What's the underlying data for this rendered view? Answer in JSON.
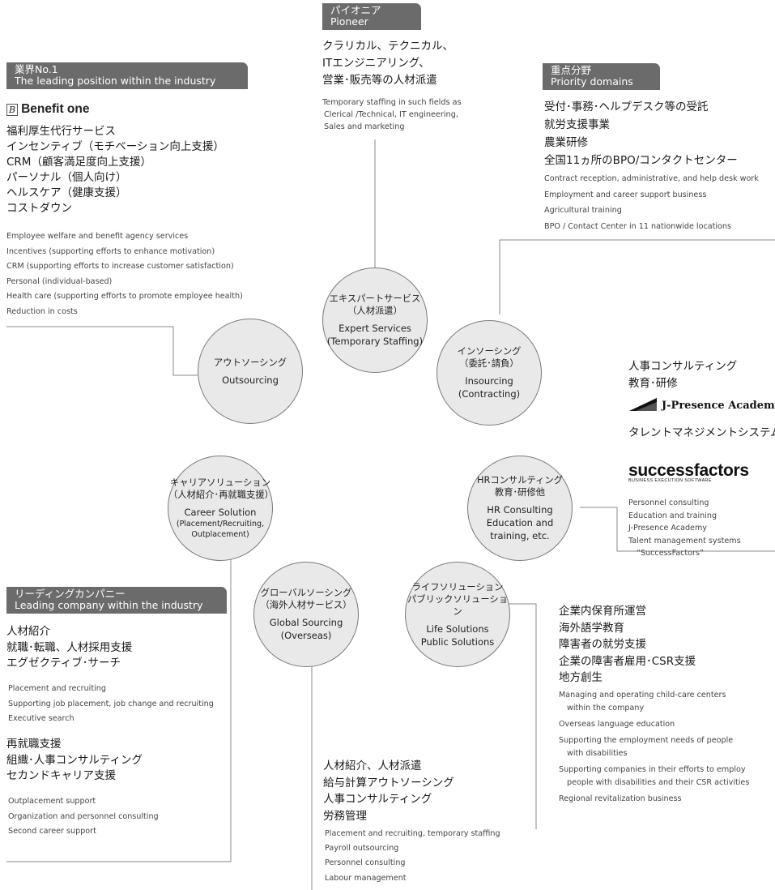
{
  "hub": {
    "expert": {
      "jp1": "エキスパートサービス",
      "jp2": "（人材派遣）",
      "en1": "Expert Services",
      "en2": "(Temporary Staffing)"
    },
    "insourcing": {
      "jp1": "インソーシング",
      "jp2": "（委託･請負）",
      "en1": "Insourcing",
      "en2": "(Contracting)"
    },
    "hr": {
      "jp1": "HRコンサルティング",
      "jp2": "教育･研修他",
      "en1": "HR Consulting",
      "en2": "Education and",
      "en3": "training, etc."
    },
    "life": {
      "jp1": "ライフソリューション",
      "jp2": "パブリックソリューション",
      "en1": "Life Solutions",
      "en2": "Public Solutions"
    },
    "global": {
      "jp1": "グローバルソーシング",
      "jp2": "（海外人材サービス）",
      "en1": "Global Sourcing",
      "en2": "(Overseas)"
    },
    "career": {
      "jp1": "キャリアソリューション",
      "jp2": "（人材紹介･再就職支援）",
      "en1": "Career Solution",
      "en2": "(Placement/Recruiting,",
      "en3": "Outplacement)"
    },
    "outsourcing": {
      "jp1": "アウトソーシング",
      "en1": "Outsourcing"
    }
  },
  "pioneer": {
    "tag_jp": "パイオニア",
    "tag_en": "Pioneer",
    "jp": [
      "クラリカル、テクニカル、",
      "ITエンジニアリング、",
      "営業･販売等の人材派遣"
    ],
    "en": [
      "Temporary staffing in such fields as",
      "Clerical /Technical, IT engineering,",
      "Sales and marketing"
    ]
  },
  "leading_position": {
    "tag_jp": "業界No.1",
    "tag_en": "The leading position within the industry",
    "logo": "Benefit one",
    "logo_mark": "B",
    "jp": [
      "福利厚生代行サービス",
      "インセンティブ（モチベーション向上支援）",
      "CRM（顧客満足度向上支援）",
      "パーソナル（個人向け）",
      "ヘルスケア（健康支援）",
      "コストダウン"
    ],
    "en": [
      "Employee welfare and benefit agency services",
      "Incentives (supporting efforts to enhance motivation)",
      "CRM (supporting efforts to increase customer satisfaction)",
      "Personal (individual-based)",
      "Health care (supporting efforts to promote employee health)",
      "Reduction in costs"
    ]
  },
  "priority": {
    "tag_jp": "重点分野",
    "tag_en": "Priority domains",
    "jp": [
      "受付･事務･ヘルプデスク等の受託",
      "就労支援事業",
      "農業研修",
      "全国11ヵ所のBPO/コンタクトセンター"
    ],
    "en": [
      "Contract reception, administrative, and help desk work",
      "Employment and career support business",
      "Agricultural training",
      "BPO / Contact Center in 11 nationwide locations"
    ]
  },
  "hr_right": {
    "jp1": "人事コンサルティング",
    "jp2": "教育･研修",
    "academy": "J-Presence Academy",
    "jp3": "タレントマネジメントシステム",
    "sf_word": "successfactors",
    "sf_sub": "BUSINESS EXECUTION SOFTWARE",
    "en": [
      "Personnel consulting",
      "Education and training",
      "J-Presence Academy",
      "Talent management systems",
      "“SuccessFactors”"
    ]
  },
  "leading_company": {
    "tag_jp": "リーディングカンパニー",
    "tag_en": "Leading company within the industry",
    "jp_a": [
      "人材紹介",
      "就職･転職、人材採用支援",
      "エグゼクティブ･サーチ"
    ],
    "en_a": [
      "Placement and recruiting",
      "Supporting job placement, job change and recruiting",
      "Executive search"
    ],
    "jp_b": [
      "再就職支援",
      "組織･人事コンサルティング",
      "セカンドキャリア支援"
    ],
    "en_b": [
      "Outplacement support",
      "Organization and personnel consulting",
      "Second career support"
    ]
  },
  "life_right": {
    "jp": [
      "企業内保育所運営",
      "海外語学教育",
      "障害者の就労支援",
      "企業の障害者雇用･CSR支援",
      "地方創生"
    ],
    "en": [
      "Managing and operating child-care centers",
      "within the company",
      "Overseas language education",
      "Supporting the employment needs of people",
      "with disabilities",
      "Supporting companies in their efforts to employ",
      "people with disabilities and their CSR activities",
      "Regional revitalization business"
    ]
  },
  "global_below": {
    "jp": [
      "人材紹介、人材派遣",
      "給与計算アウトソーシング",
      "人事コンサルティング",
      "労務管理"
    ],
    "en": [
      "Placement and recruiting, temporary staffing",
      "Payroll outsourcing",
      "Personnel consulting",
      "Labour management"
    ]
  }
}
